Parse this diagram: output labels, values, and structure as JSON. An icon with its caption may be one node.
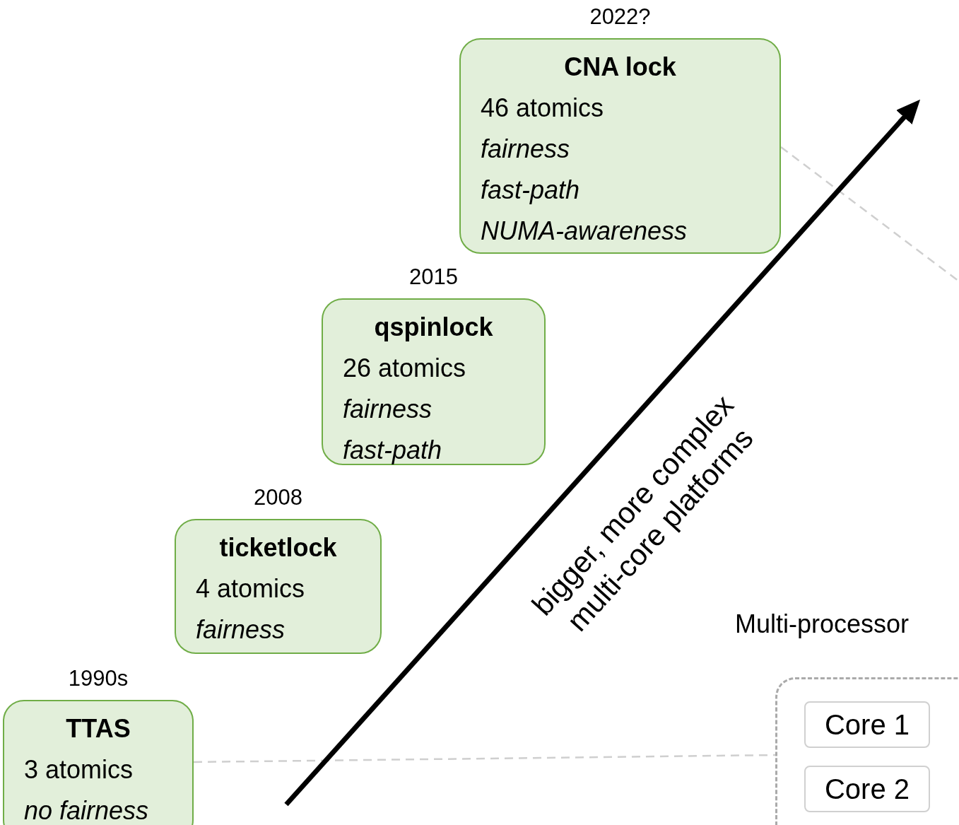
{
  "diagram": {
    "nodes": [
      {
        "text": [
          "CNA lock",
          "46 atomics",
          "fairness",
          "fast-path",
          "NUMA-awareness"
        ],
        "beside": [
          "2022?"
        ]
      },
      {
        "text": [
          "qspinlock",
          "26 atomics",
          "fairness",
          "fast-path"
        ],
        "beside": [
          "2015"
        ]
      },
      {
        "text": [
          "ticketlock",
          "4 atomics",
          "fairness"
        ],
        "beside": [
          "2008"
        ]
      },
      {
        "text": [
          "TTAS",
          "3 atomics",
          "no fairness"
        ],
        "beside": [
          "1990s"
        ]
      },
      {
        "text": [
          "Multi-processor"
        ]
      },
      {
        "text": [
          "Core 1"
        ],
        "in": 4
      },
      {
        "text": [
          "Core 2"
        ],
        "in": 4
      }
    ],
    "edges": [
      {
        "from": 3,
        "to": 4,
        "arrow": "none",
        "style": "dashed"
      },
      {
        "from": 0,
        "to": null,
        "arrow": "none",
        "style": "dashed"
      }
    ],
    "labels": [
      "bigger, more complex multi-core platforms"
    ]
  }
}
